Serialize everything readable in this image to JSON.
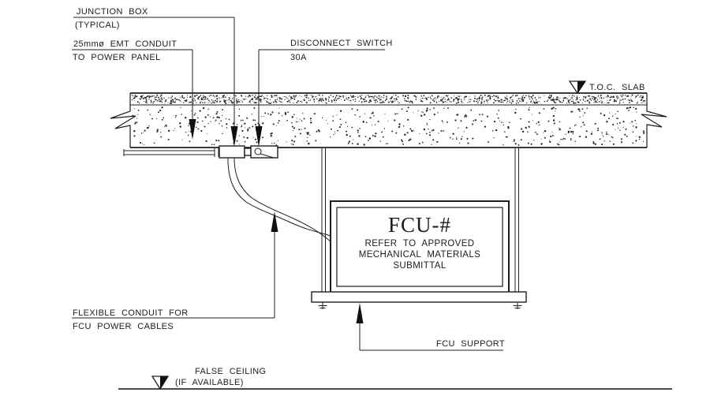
{
  "labels": {
    "junction_box": {
      "line1": "JUNCTION BOX",
      "line2": "(TYPICAL)"
    },
    "emt_conduit": {
      "line1": "25mmø EMT CONDUIT",
      "line2": "TO POWER PANEL"
    },
    "disconnect_switch": {
      "line1": "DISCONNECT SWITCH",
      "line2": "30A"
    },
    "toc_slab": {
      "text": "T.O.C. SLAB"
    },
    "fcu_unit": {
      "title": "FCU-#",
      "line1": "REFER TO APPROVED",
      "line2": "MECHANICAL MATERIALS",
      "line3": "SUBMITTAL"
    },
    "flexible_conduit": {
      "line1": "FLEXIBLE CONDUIT FOR",
      "line2": "FCU POWER CABLES"
    },
    "fcu_support": {
      "text": "FCU SUPPORT"
    },
    "false_ceiling": {
      "line1": "FALSE CEILING",
      "line2": "(IF AVAILABLE)"
    }
  },
  "colors": {
    "line": "#1f1f1f",
    "background": "#ffffff",
    "ceiling_line": "#4a4a4a",
    "speckle": "#2b2b2b"
  }
}
